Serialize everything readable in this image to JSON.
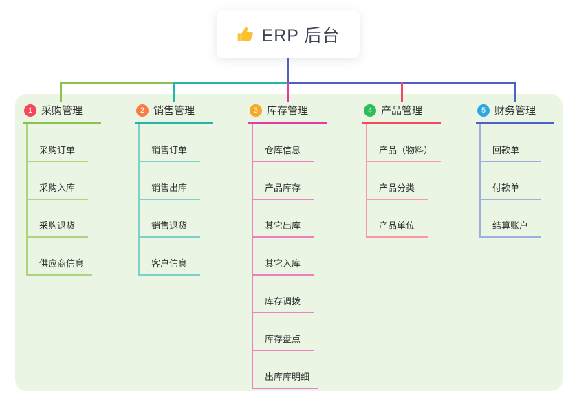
{
  "root": {
    "label": "ERP 后台",
    "icon": "thumbs-up-icon",
    "icon_color": "#f9c23c"
  },
  "branches": [
    {
      "num": "1",
      "label": "采购管理",
      "badge_color": "#f8455c",
      "line_color": "#8cc152",
      "child_line_color": "#aed57e",
      "children": [
        "采购订单",
        "采购入库",
        "采购退货",
        "供应商信息"
      ]
    },
    {
      "num": "2",
      "label": "销售管理",
      "badge_color": "#f97b45",
      "line_color": "#26b3a9",
      "child_line_color": "#7fd0c8",
      "children": [
        "销售订单",
        "销售出库",
        "销售退货",
        "客户信息"
      ]
    },
    {
      "num": "3",
      "label": "库存管理",
      "badge_color": "#f9a825",
      "line_color": "#e23ca0",
      "child_line_color": "#f07fc0",
      "children": [
        "仓库信息",
        "产品库存",
        "其它出库",
        "其它入库",
        "库存调拨",
        "库存盘点",
        "出库库明细"
      ]
    },
    {
      "num": "4",
      "label": "产品管理",
      "badge_color": "#2ebd59",
      "line_color": "#f4495c",
      "child_line_color": "#f89aa3",
      "children": [
        "产品（物料）",
        "产品分类",
        "产品单位"
      ]
    },
    {
      "num": "5",
      "label": "财务管理",
      "badge_color": "#2ea7e0",
      "line_color": "#4b61c8",
      "child_line_color": "#9cafdd",
      "children": [
        "回款单",
        "付款单",
        "结算账户"
      ]
    }
  ],
  "connector": {
    "stem_color": "#4b61c8"
  }
}
